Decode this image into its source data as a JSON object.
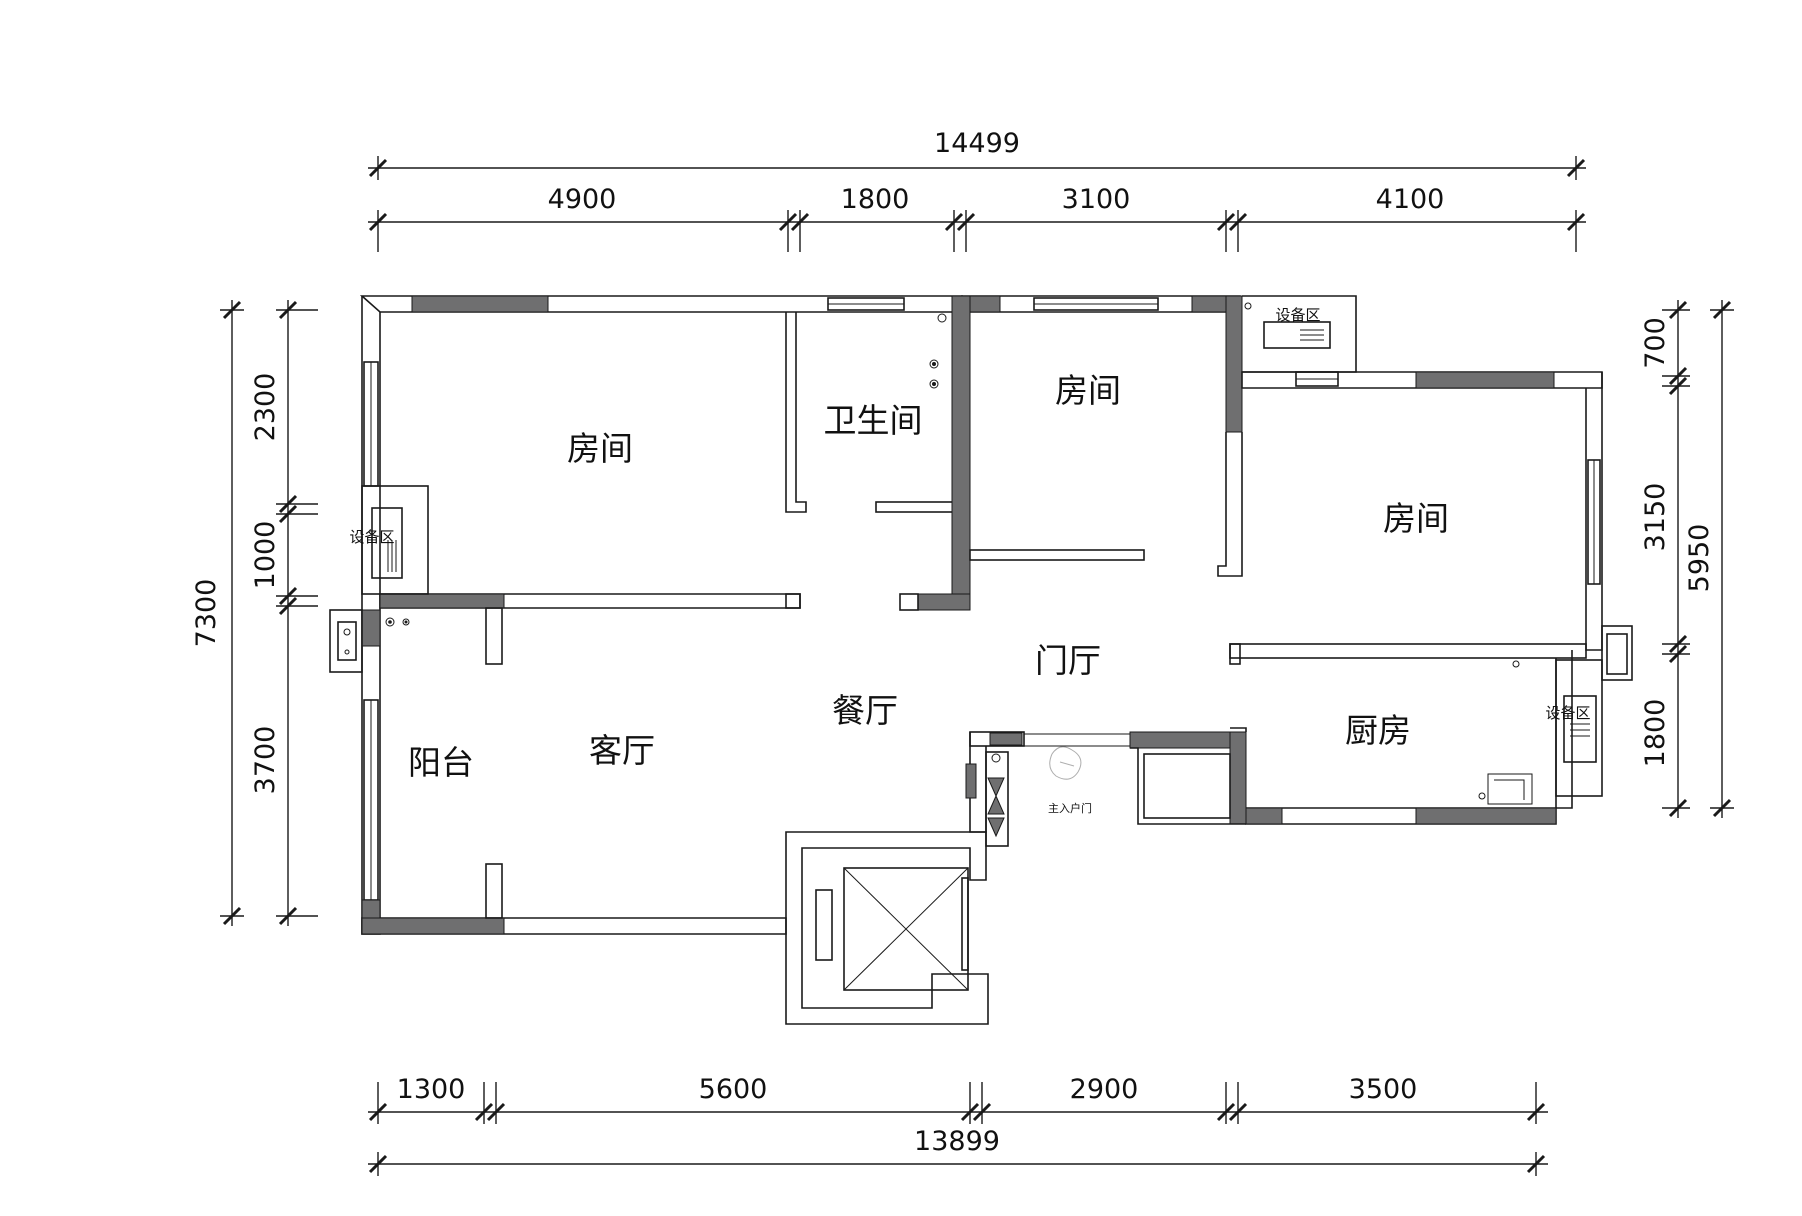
{
  "plan": {
    "top_overall": "14499",
    "top_segments": [
      "4900",
      "1800",
      "3100",
      "4100"
    ],
    "bottom_segments": [
      "1300",
      "5600",
      "2900",
      "3500"
    ],
    "bottom_overall": "13899",
    "left_overall": "7300",
    "left_segments": [
      "2300",
      "1000",
      "3700"
    ],
    "right_overall": "5950",
    "right_segments": [
      "700",
      "3150",
      "1800"
    ],
    "rooms": {
      "room_1": "房间",
      "bathroom": "卫生间",
      "room_2": "房间",
      "room_3": "房间",
      "foyer": "门厅",
      "dining": "餐厅",
      "living": "客厅",
      "balcony": "阳台",
      "kitchen": "厨房"
    },
    "equipment_labels": [
      "设备区",
      "设备区",
      "设备区"
    ],
    "entrance_label": "主入户门"
  },
  "colors": {
    "wall_fill": "#6f6f70",
    "line": "#1a1a1a",
    "background": "#ffffff"
  }
}
